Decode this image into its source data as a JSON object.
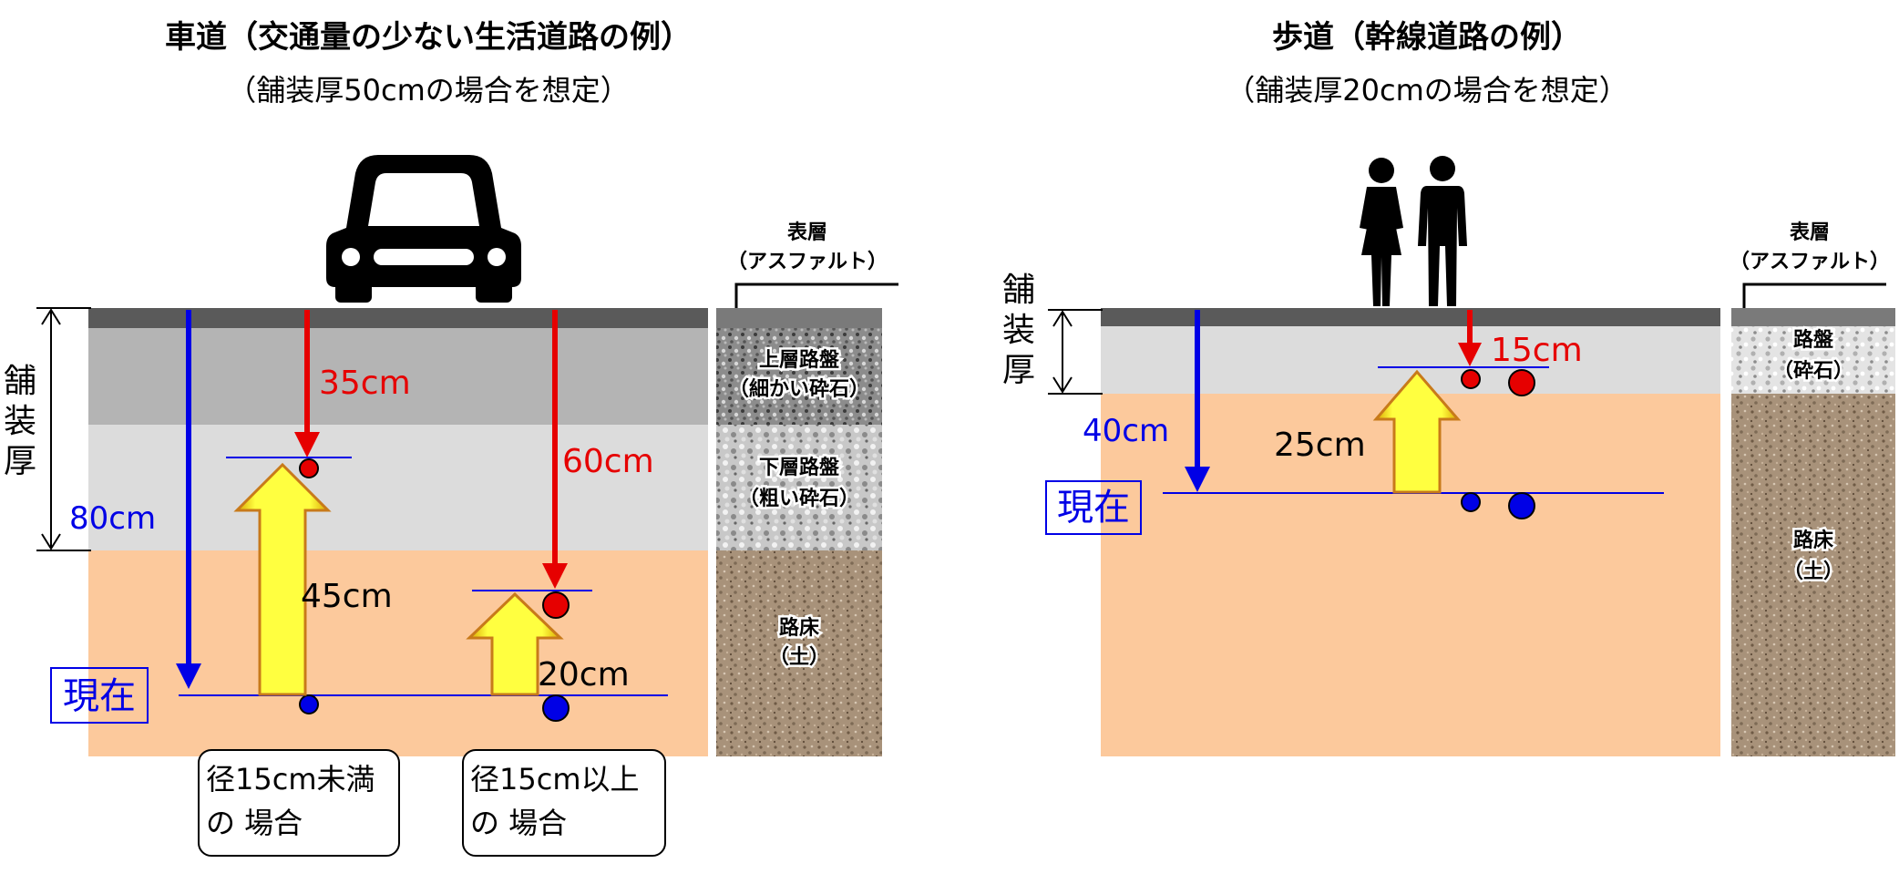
{
  "road": {
    "title": "車道（交通量の少ない生活道路の例）",
    "subtitle": "（舗装厚50cmの場合を想定）",
    "thickness_label_chars": [
      "舗",
      "装",
      "厚"
    ],
    "depth_labels": {
      "current": "80cm",
      "red_small": "35cm",
      "red_large": "60cm",
      "raise_small": "45cm",
      "raise_large": "20cm"
    },
    "current_label": "現在",
    "boxes": [
      {
        "line1": "径15cm未満",
        "line2": "の 場合"
      },
      {
        "line1": "径15cm以上",
        "line2": "の 場合"
      }
    ],
    "legend": {
      "surface_title": "表層",
      "surface_sub": "（アスファルト）",
      "upper_base": [
        "上層路盤",
        "（細かい砕石）"
      ],
      "lower_base": [
        "下層路盤",
        "（粗い砕石）"
      ],
      "subgrade": [
        "路床",
        "（土）"
      ]
    }
  },
  "sidewalk": {
    "title": "歩道（幹線道路の例）",
    "subtitle": "（舗装厚20cmの場合を想定）",
    "thickness_label_chars": [
      "舗",
      "装",
      "厚"
    ],
    "depth_labels": {
      "current": "40cm",
      "red": "15cm",
      "raise": "25cm"
    },
    "current_label": "現在",
    "legend": {
      "surface_title": "表層",
      "surface_sub": "（アスファルト）",
      "base": [
        "路盤",
        "（砕石）"
      ],
      "subgrade": [
        "路床",
        "（土）"
      ]
    }
  },
  "colors": {
    "asphalt": "#5a5a5a",
    "upper_base": "#b4b4b4",
    "lower_base": "#dcdcdc",
    "subgrade": "#fcc99c",
    "red": "#e60000",
    "blue": "#0000e6",
    "arrow_fill": "#ffff33",
    "arrow_edge": "#b8860b"
  }
}
